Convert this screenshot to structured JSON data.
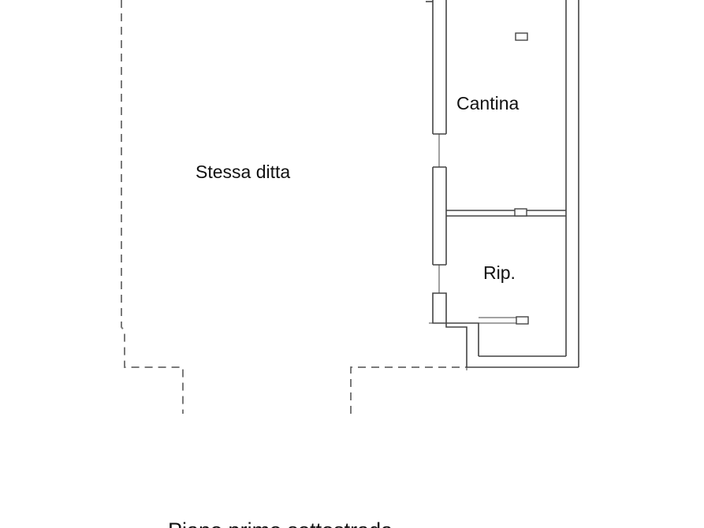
{
  "plan": {
    "labels": {
      "adjacent": "Stessa ditta",
      "cantina": "Cantina",
      "ripostiglio": "Rip.",
      "floor_caption": "Piano primo sottostrada"
    },
    "colors": {
      "line": "#444444",
      "dashed": "#7a7a7a",
      "text": "#111111",
      "background": "#ffffff"
    }
  }
}
